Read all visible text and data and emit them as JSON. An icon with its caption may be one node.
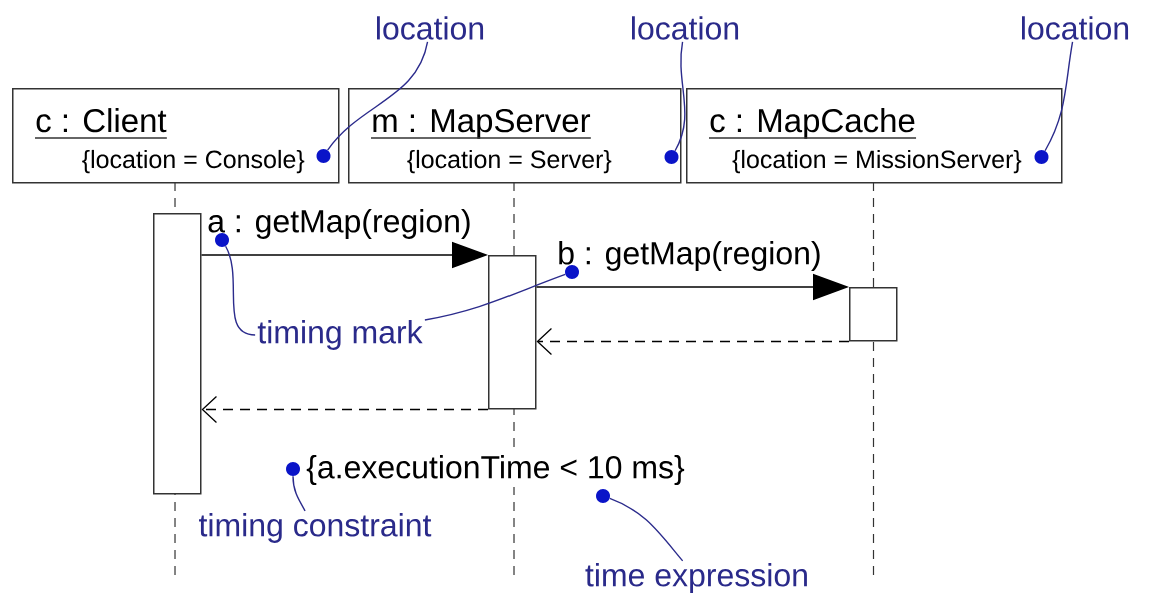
{
  "diagram": {
    "nodes": [
      {
        "text": [
          "location"
        ]
      },
      {
        "text": [
          "location"
        ]
      },
      {
        "text": [
          "location"
        ]
      },
      {
        "text": [
          "c : Client",
          "{location = Console}"
        ]
      },
      {
        "text": [],
        "shape": "circle",
        "in": 3
      },
      {
        "text": [
          "m : MapServer",
          "{location = Server}"
        ]
      },
      {
        "text": [],
        "shape": "circle",
        "in": 5
      },
      {
        "text": [
          "c : MapCache",
          "{location = MissionServer}"
        ]
      },
      {
        "text": [],
        "shape": "circle",
        "in": 7
      },
      {
        "text": [],
        "shape": "bar"
      },
      {
        "text": [],
        "shape": "bar"
      },
      {
        "text": [],
        "shape": "bar"
      },
      {
        "text": [],
        "shape": "circle"
      },
      {
        "text": [],
        "shape": "circle"
      },
      {
        "text": [
          "timing mark"
        ]
      },
      {
        "text": [],
        "shape": "circle"
      },
      {
        "text": [],
        "shape": "circle"
      },
      {
        "text": [
          "timing constraint"
        ]
      },
      {
        "text": [
          "time expression"
        ]
      }
    ],
    "edges": [
      {
        "from": 9,
        "to": 10,
        "arrow": "to",
        "label": "a : getMap(region)",
        "color": "#000000"
      },
      {
        "from": 10,
        "to": 11,
        "arrow": "to",
        "label": "b : getMap(region)",
        "color": "#000000"
      },
      {
        "from": 11,
        "to": 10,
        "arrow": "to",
        "style": "dashed",
        "color": "#000000"
      },
      {
        "from": 10,
        "to": 9,
        "arrow": "to",
        "style": "dashed",
        "color": "#000000"
      },
      {
        "from": 0,
        "to": 4,
        "arrow": "none",
        "color": "#2b2b8c"
      },
      {
        "from": 1,
        "to": 6,
        "arrow": "none",
        "color": "#2b2b8c"
      },
      {
        "from": 2,
        "to": 8,
        "arrow": "none",
        "color": "#2b2b8c"
      },
      {
        "from": 14,
        "to": 12,
        "arrow": "none",
        "color": "#2b2b8c"
      },
      {
        "from": 14,
        "to": 13,
        "arrow": "none",
        "color": "#2b2b8c"
      },
      {
        "from": 17,
        "to": 15,
        "arrow": "none",
        "color": "#2b2b8c"
      },
      {
        "from": 18,
        "to": 16,
        "arrow": "none",
        "color": "#2b2b8c"
      }
    ],
    "labels": [
      "{a.executionTime < 10 ms}"
    ]
  }
}
